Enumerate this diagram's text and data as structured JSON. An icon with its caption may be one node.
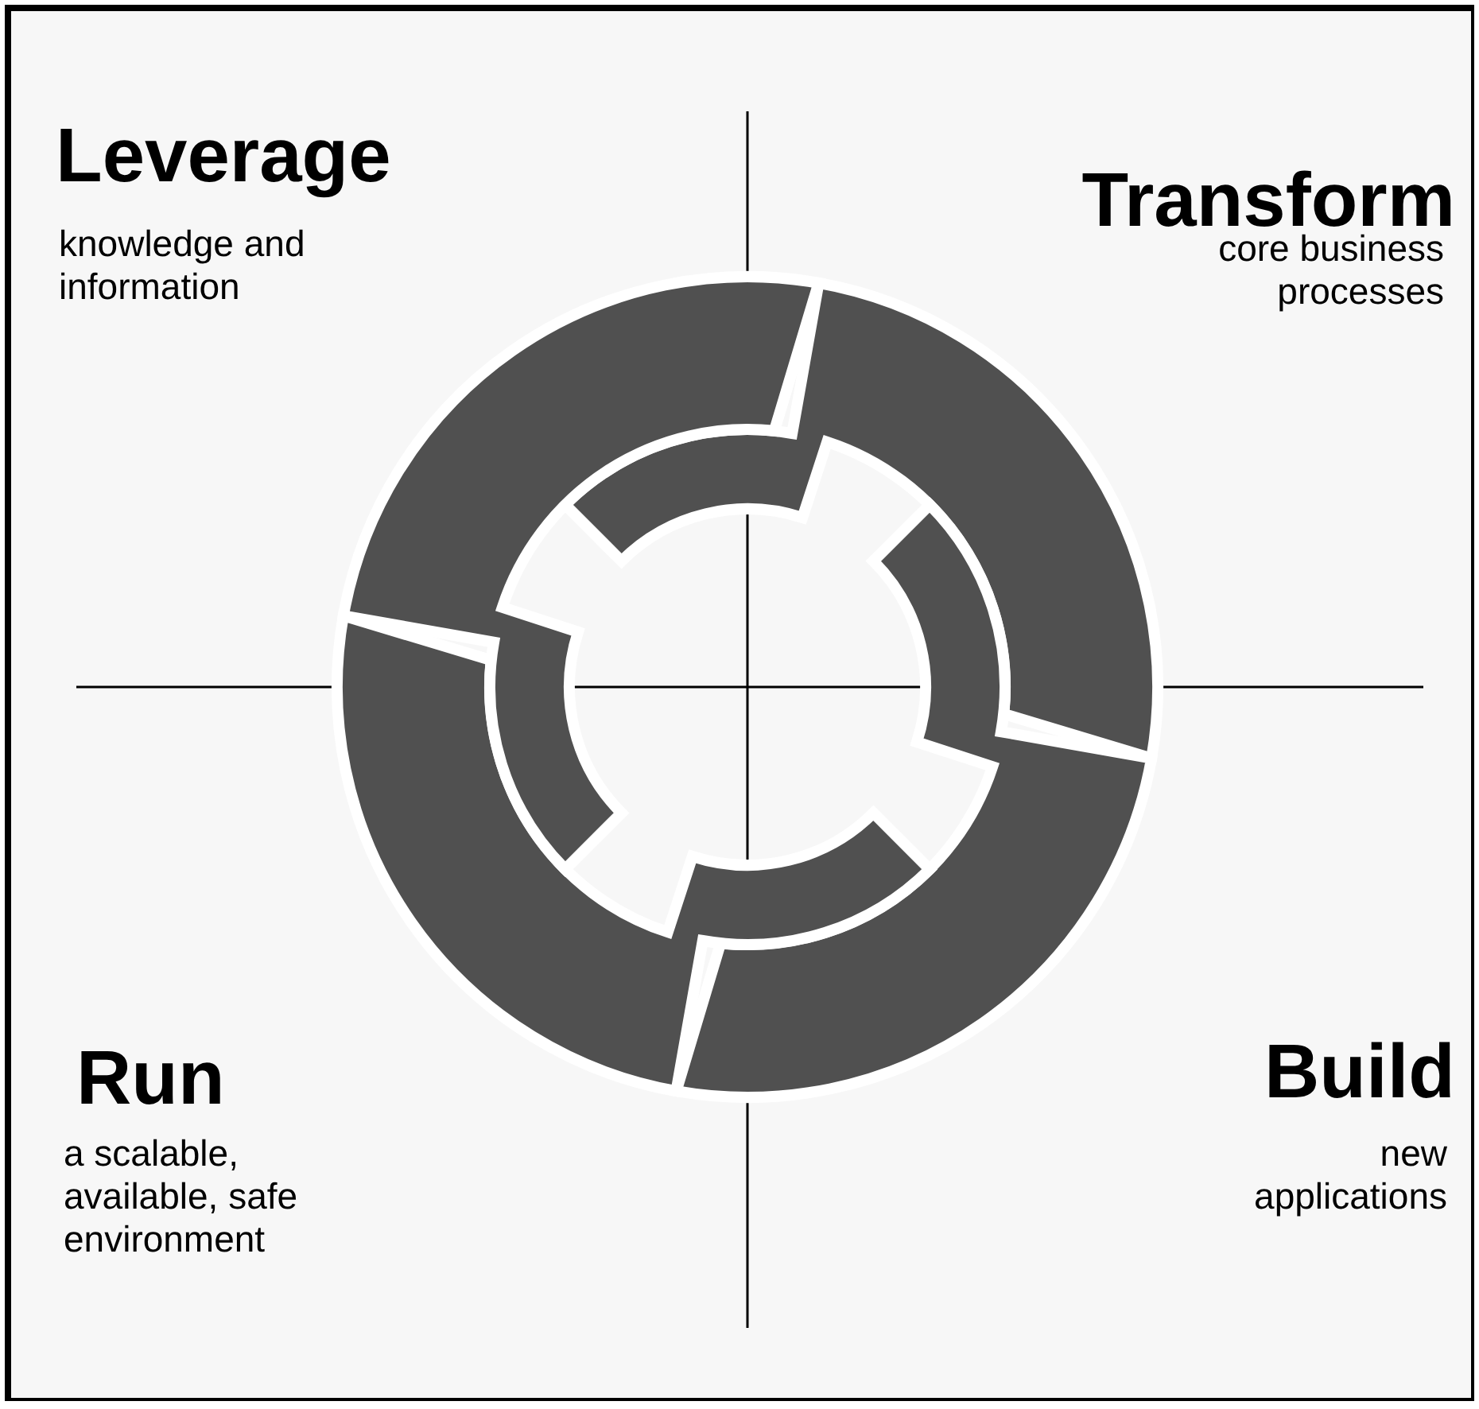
{
  "diagram": {
    "labels": [
      "Leverage",
      "knowledge and information",
      "Transform",
      "core business processes",
      "Run",
      "a scalable, available, safe environment",
      "Build",
      "new applications"
    ]
  }
}
